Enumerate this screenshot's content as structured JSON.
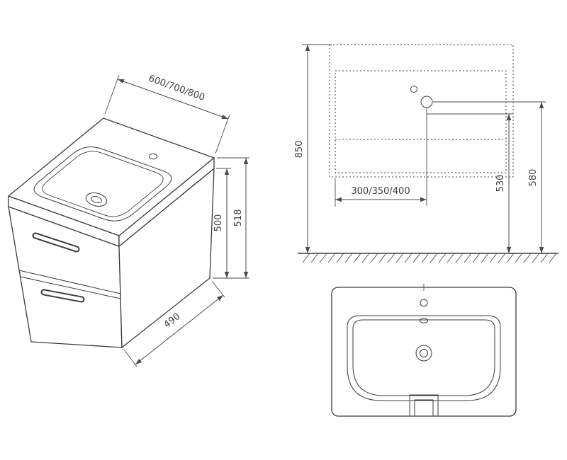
{
  "drawing": {
    "background_color": "#ffffff",
    "line_color": "#3b3b3b",
    "dimension_color": "#4a4a4a",
    "isometric_view": {
      "width_dim": "600/700/800",
      "total_height_dim": "518",
      "cabinet_height_dim": "500",
      "depth_dim": "490"
    },
    "elevation_view": {
      "floor_to_top_dim": "850",
      "floor_to_outlet_dim": "530",
      "floor_to_faucet_dim": "580",
      "center_offset_dim": "300/350/400"
    }
  }
}
